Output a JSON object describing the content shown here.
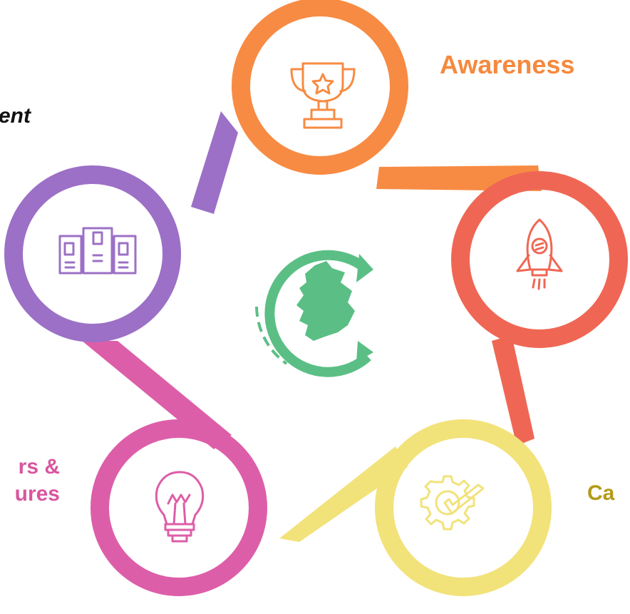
{
  "labels": {
    "awareness": "Awareness",
    "ent_fragment": "ent",
    "ca_fragment": "Ca",
    "rs_line1": "rs &",
    "rs_line2": "ures"
  },
  "colors": {
    "orange": "#F78B43",
    "red": "#EF6754",
    "yellow": "#F2E27A",
    "magenta": "#DD5EA8",
    "purple": "#9C70C6",
    "center_green": "#5BBF85",
    "awareness_text": "#F5893E",
    "ca_text": "#B59A17",
    "rs_text": "#D9559F",
    "ent_text": "#111111"
  },
  "nodes": [
    {
      "id": "top",
      "color": "orange",
      "icon": "trophy-icon"
    },
    {
      "id": "right",
      "color": "red",
      "icon": "rocket-icon"
    },
    {
      "id": "bottom-right",
      "color": "yellow",
      "icon": "gear-check-icon"
    },
    {
      "id": "bottom-left",
      "color": "magenta",
      "icon": "lightbulb-icon"
    },
    {
      "id": "left",
      "color": "purple",
      "icon": "binders-icon"
    }
  ],
  "center": {
    "icon": "ireland-cycle-logo"
  }
}
